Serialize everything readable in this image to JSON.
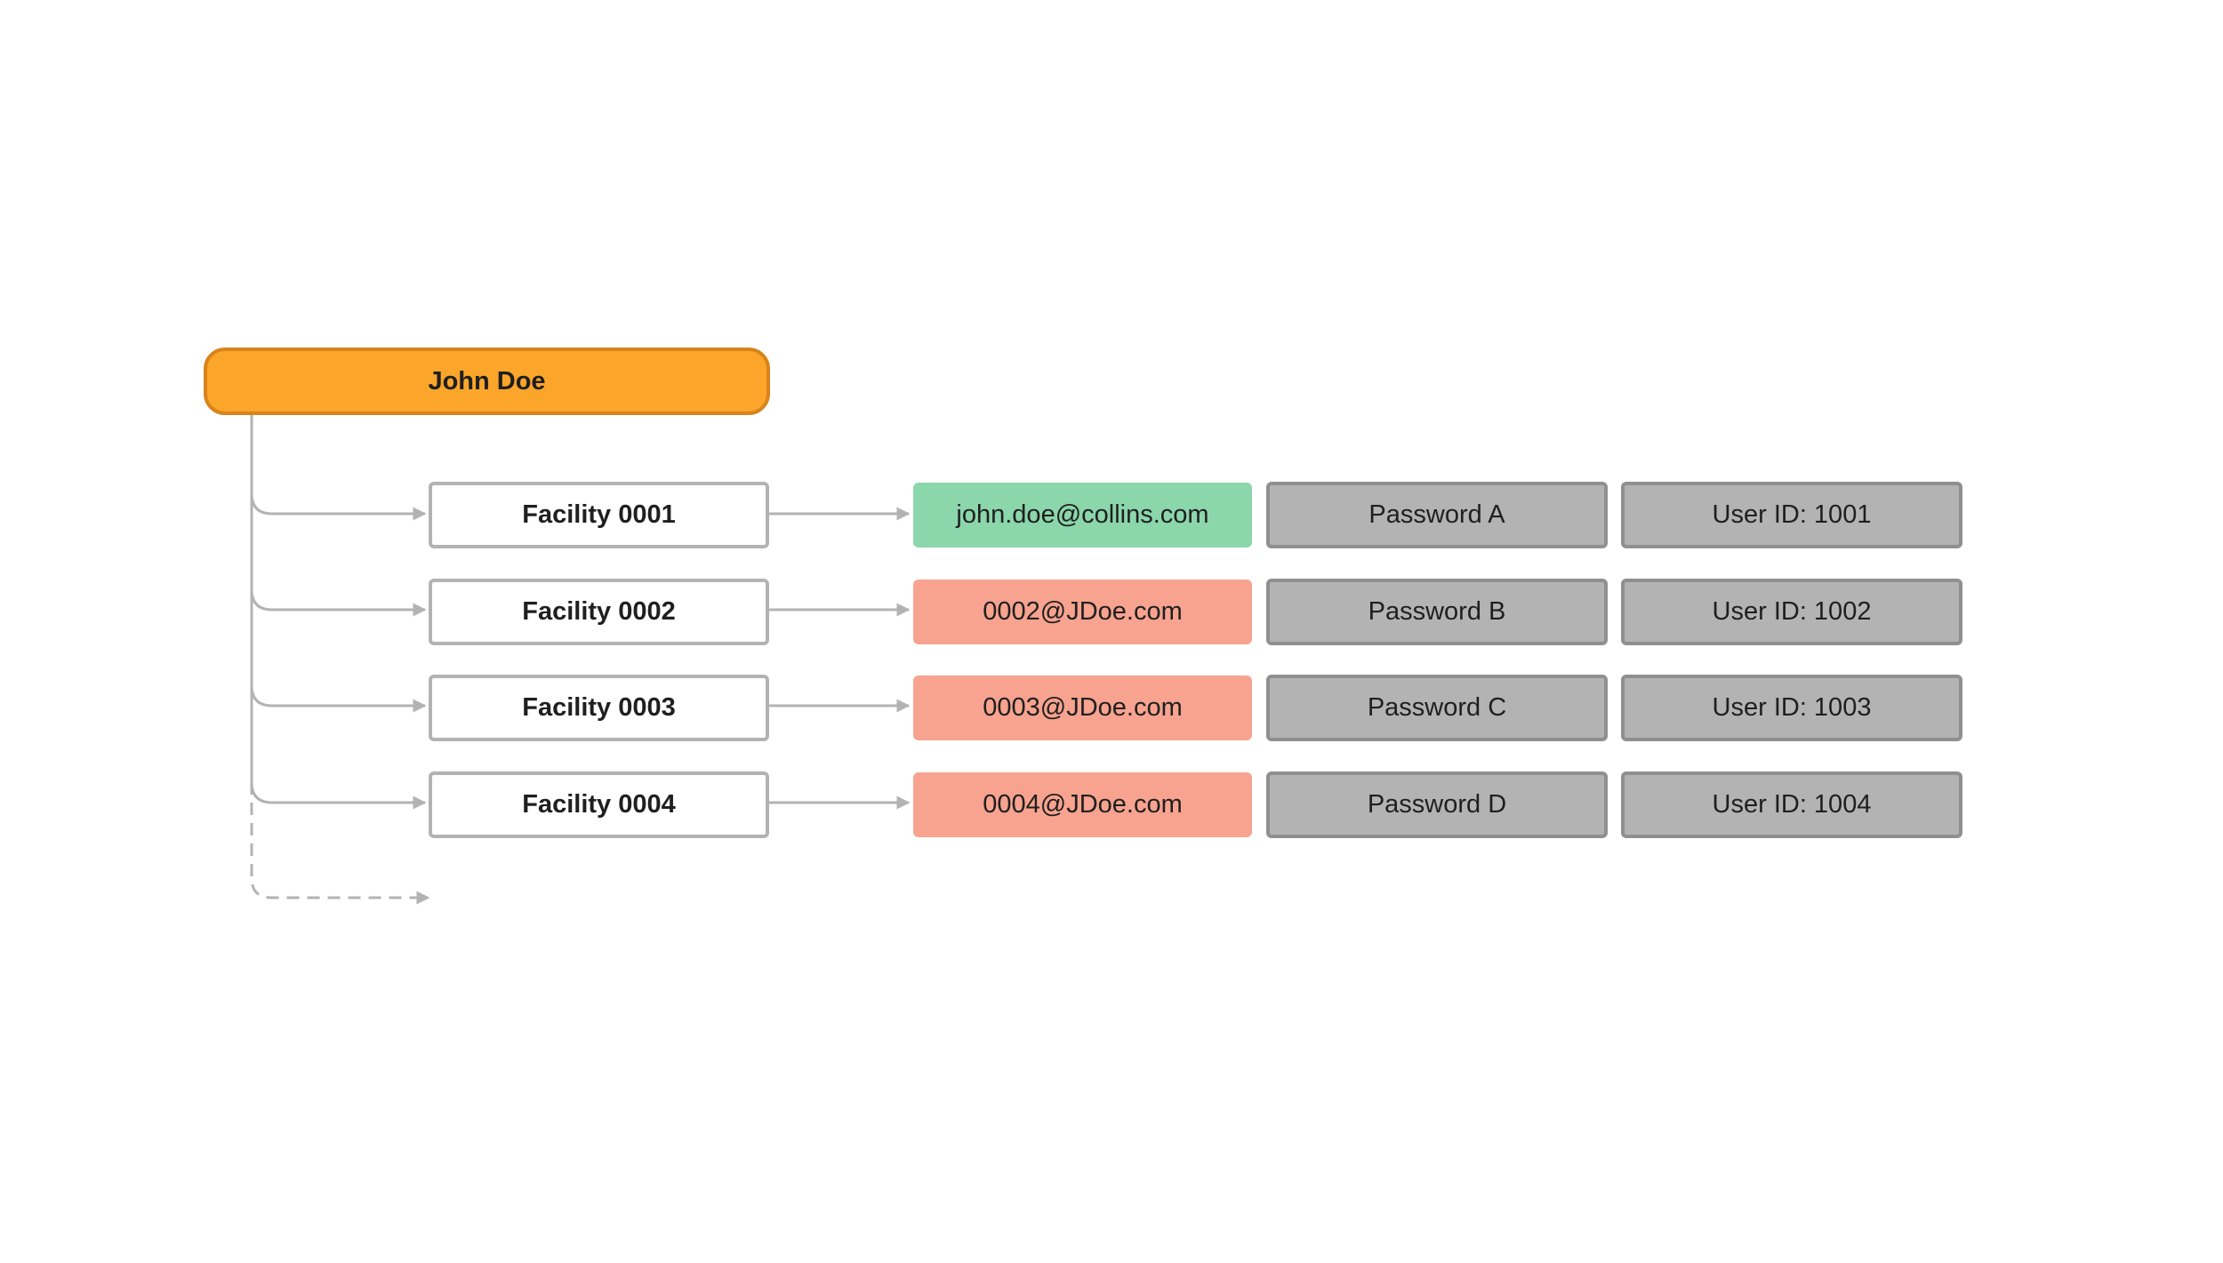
{
  "person": {
    "name": "John Doe"
  },
  "accounts": [
    {
      "facility": "Facility 0001",
      "email": "john.doe@collins.com",
      "email_status": "primary",
      "password": "Password A",
      "user_id": "User ID: 1001"
    },
    {
      "facility": "Facility 0002",
      "email": "0002@JDoe.com",
      "email_status": "alias",
      "password": "Password B",
      "user_id": "User ID: 1002"
    },
    {
      "facility": "Facility 0003",
      "email": "0003@JDoe.com",
      "email_status": "alias",
      "password": "Password C",
      "user_id": "User ID: 1003"
    },
    {
      "facility": "Facility 0004",
      "email": "0004@JDoe.com",
      "email_status": "alias",
      "password": "Password D",
      "user_id": "User ID: 1004"
    }
  ],
  "colors": {
    "person_fill": "#fba62a",
    "person_border": "#d9831c",
    "primary_email": "#8bd6ab",
    "alias_email": "#f7a38f",
    "credential_fill": "#b3b3b3",
    "credential_border": "#8f8f8f",
    "connector": "#b3b3b3"
  }
}
